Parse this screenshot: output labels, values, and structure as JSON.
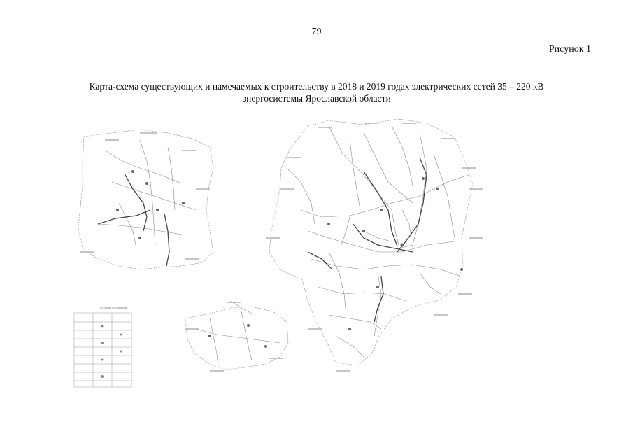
{
  "page": {
    "number": "79",
    "figure_label": "Рисунок 1",
    "caption_line1": "Карта-схема существующих и намечаемых к строительству в 2018 и 2019 годах электрических сетей 35 – 220 кВ",
    "caption_line2": "энергосистемы Ярославской области"
  },
  "map": {
    "legend_title": "Условные обозначения",
    "colors": {
      "lines": "#8a8a8a",
      "major_lines": "#555555",
      "labels": "#9a9a9a",
      "substations": "#666666"
    }
  }
}
